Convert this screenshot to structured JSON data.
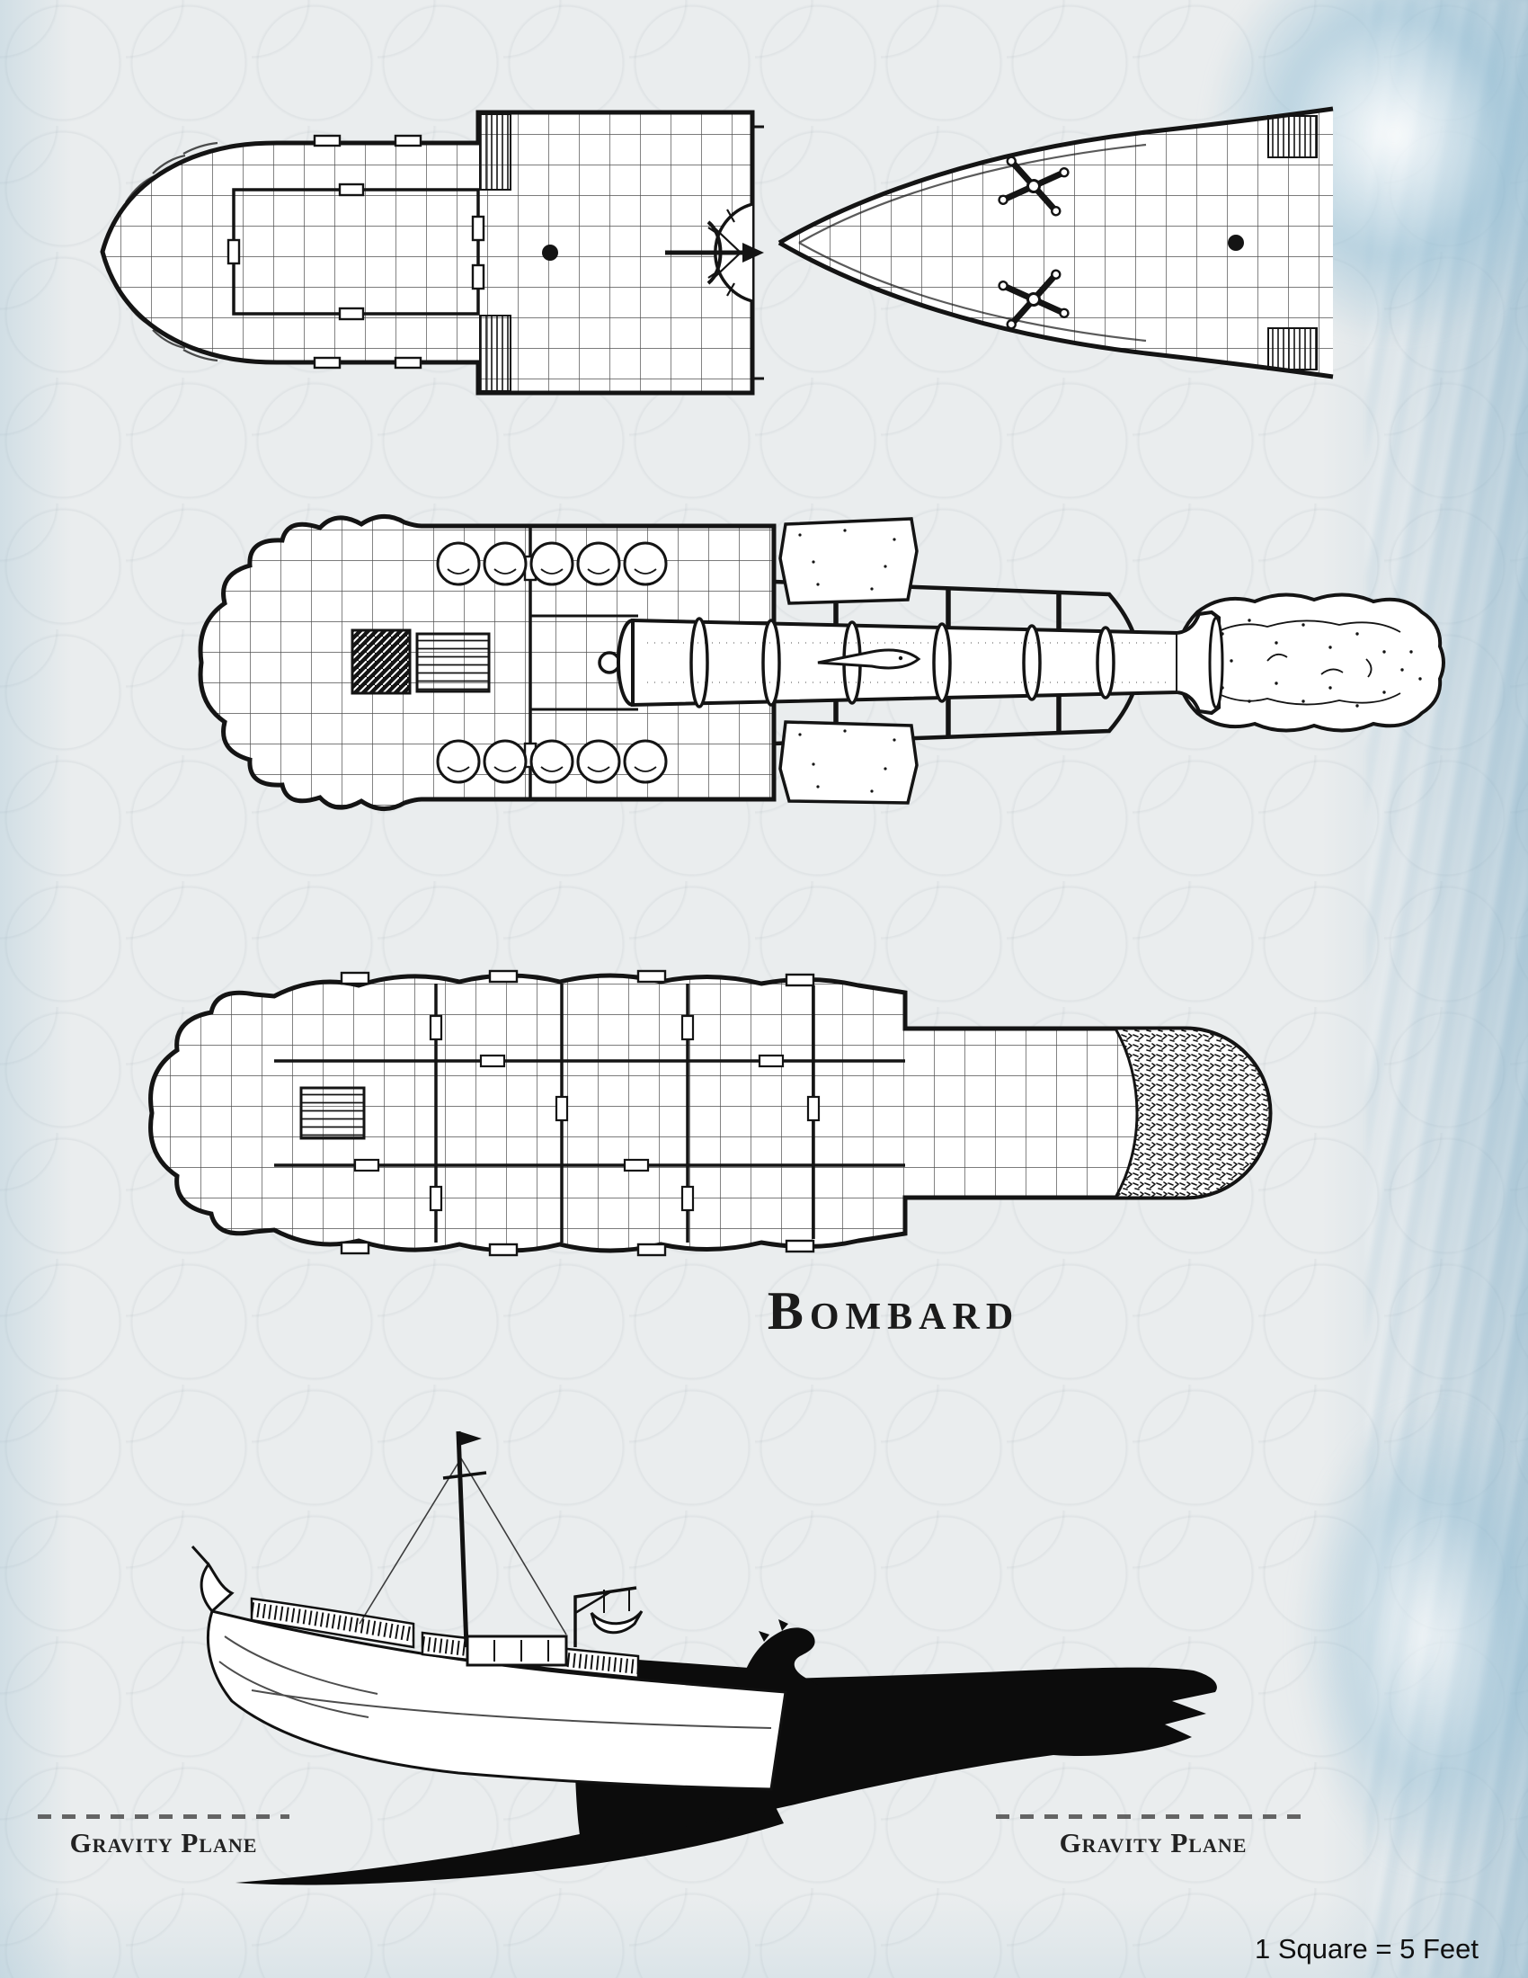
{
  "document": {
    "ship_name": "Bombard",
    "scale_note": "1 Square = 5 Feet",
    "gravity_plane_left": "Gravity Plane",
    "gravity_plane_right": "Gravity Plane"
  },
  "style": {
    "background": "#eaedee",
    "ink": "#141414",
    "edge_tint": "#9fc4d6",
    "grid_square_feet": 5
  },
  "figures": [
    "aft-upper-deck-plan",
    "forecastle-deck-plan",
    "gun-deck-plan-with-firing-cannon",
    "lower-deck-plan",
    "side-profile-silhouette"
  ]
}
